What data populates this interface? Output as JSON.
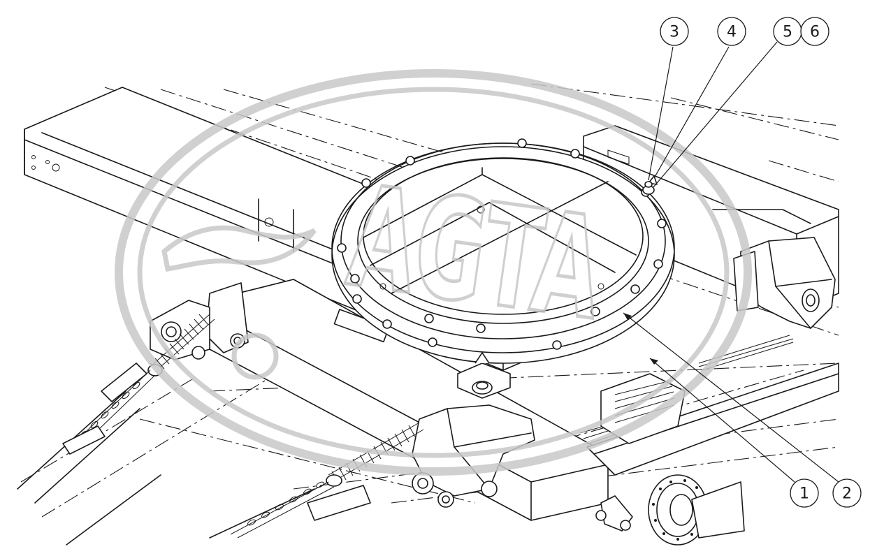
{
  "callouts": [
    {
      "id": "c1",
      "label": "1"
    },
    {
      "id": "c2",
      "label": "2"
    },
    {
      "id": "c3",
      "label": "3"
    },
    {
      "id": "c4",
      "label": "4"
    },
    {
      "id": "c5",
      "label": "5"
    },
    {
      "id": "c6",
      "label": "6"
    }
  ],
  "watermark": {
    "logo_text": "AGTA"
  },
  "colors": {
    "line": "#1a1a1a",
    "watermark": "#c8c8c8",
    "background": "#ffffff"
  }
}
